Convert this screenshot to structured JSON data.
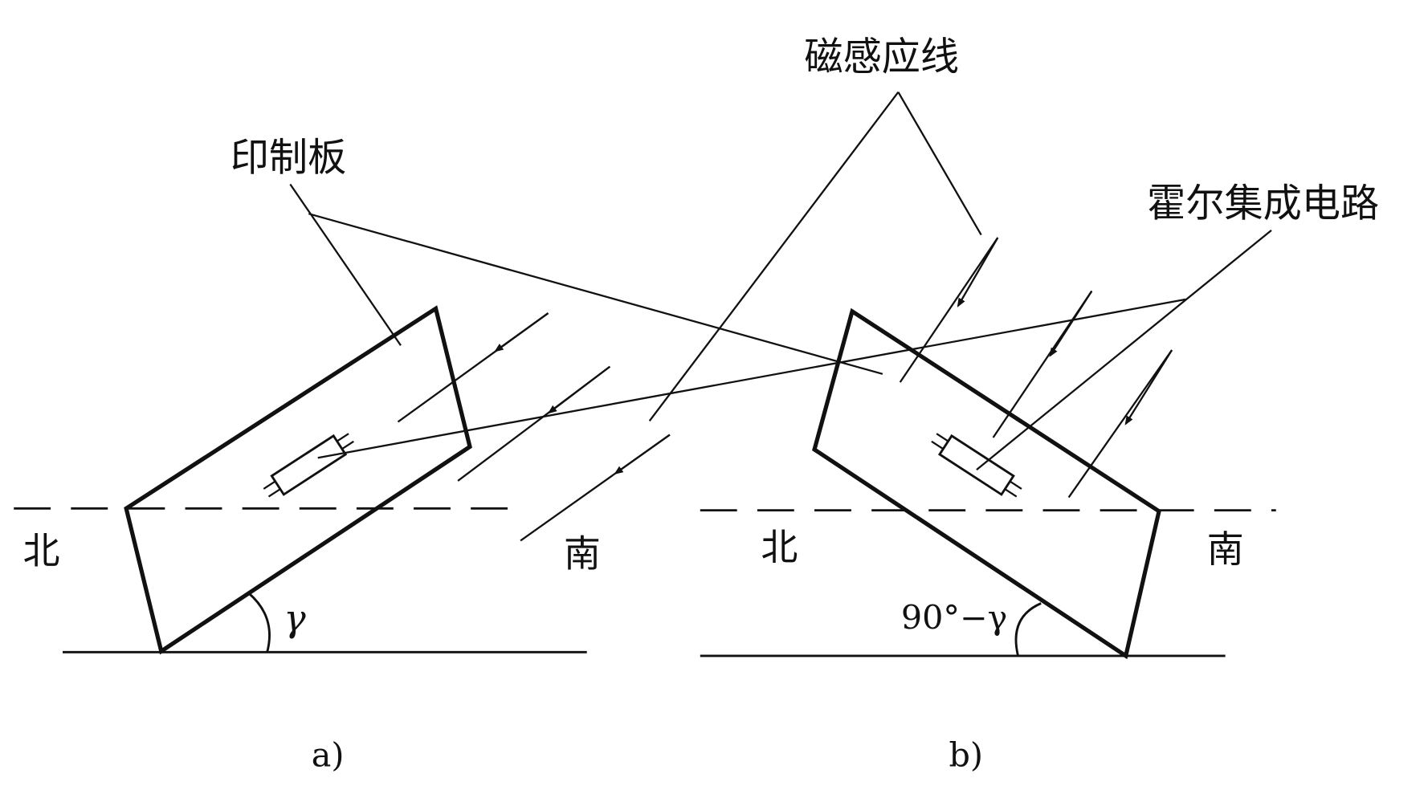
{
  "labels": {
    "magnetic_field_lines": "磁感应线",
    "printed_board": "印制板",
    "hall_ic": "霍尔集成电路",
    "north_a": "北",
    "south_a": "南",
    "north_b": "北",
    "south_b": "南",
    "angle_a": "γ",
    "angle_b": "90°−γ",
    "caption_a": "a)",
    "caption_b": "b)"
  }
}
